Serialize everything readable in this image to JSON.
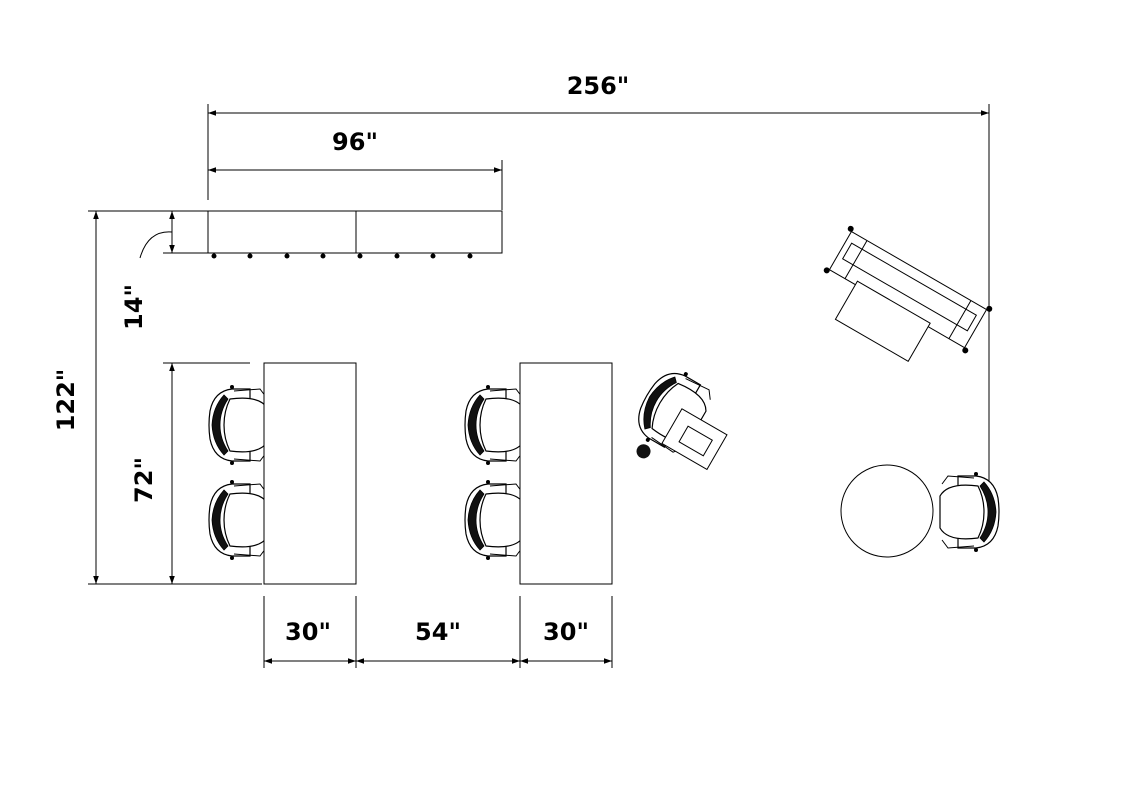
{
  "dimensions": {
    "total_width": "256\"",
    "shelf_width": "96\"",
    "shelf_depth": "14\"",
    "total_depth": "122\"",
    "desk_length": "72\"",
    "desk_a_width": "30\"",
    "aisle_width": "54\"",
    "desk_b_width": "30\""
  },
  "colors": {
    "line": "#000000",
    "background": "#ffffff"
  }
}
